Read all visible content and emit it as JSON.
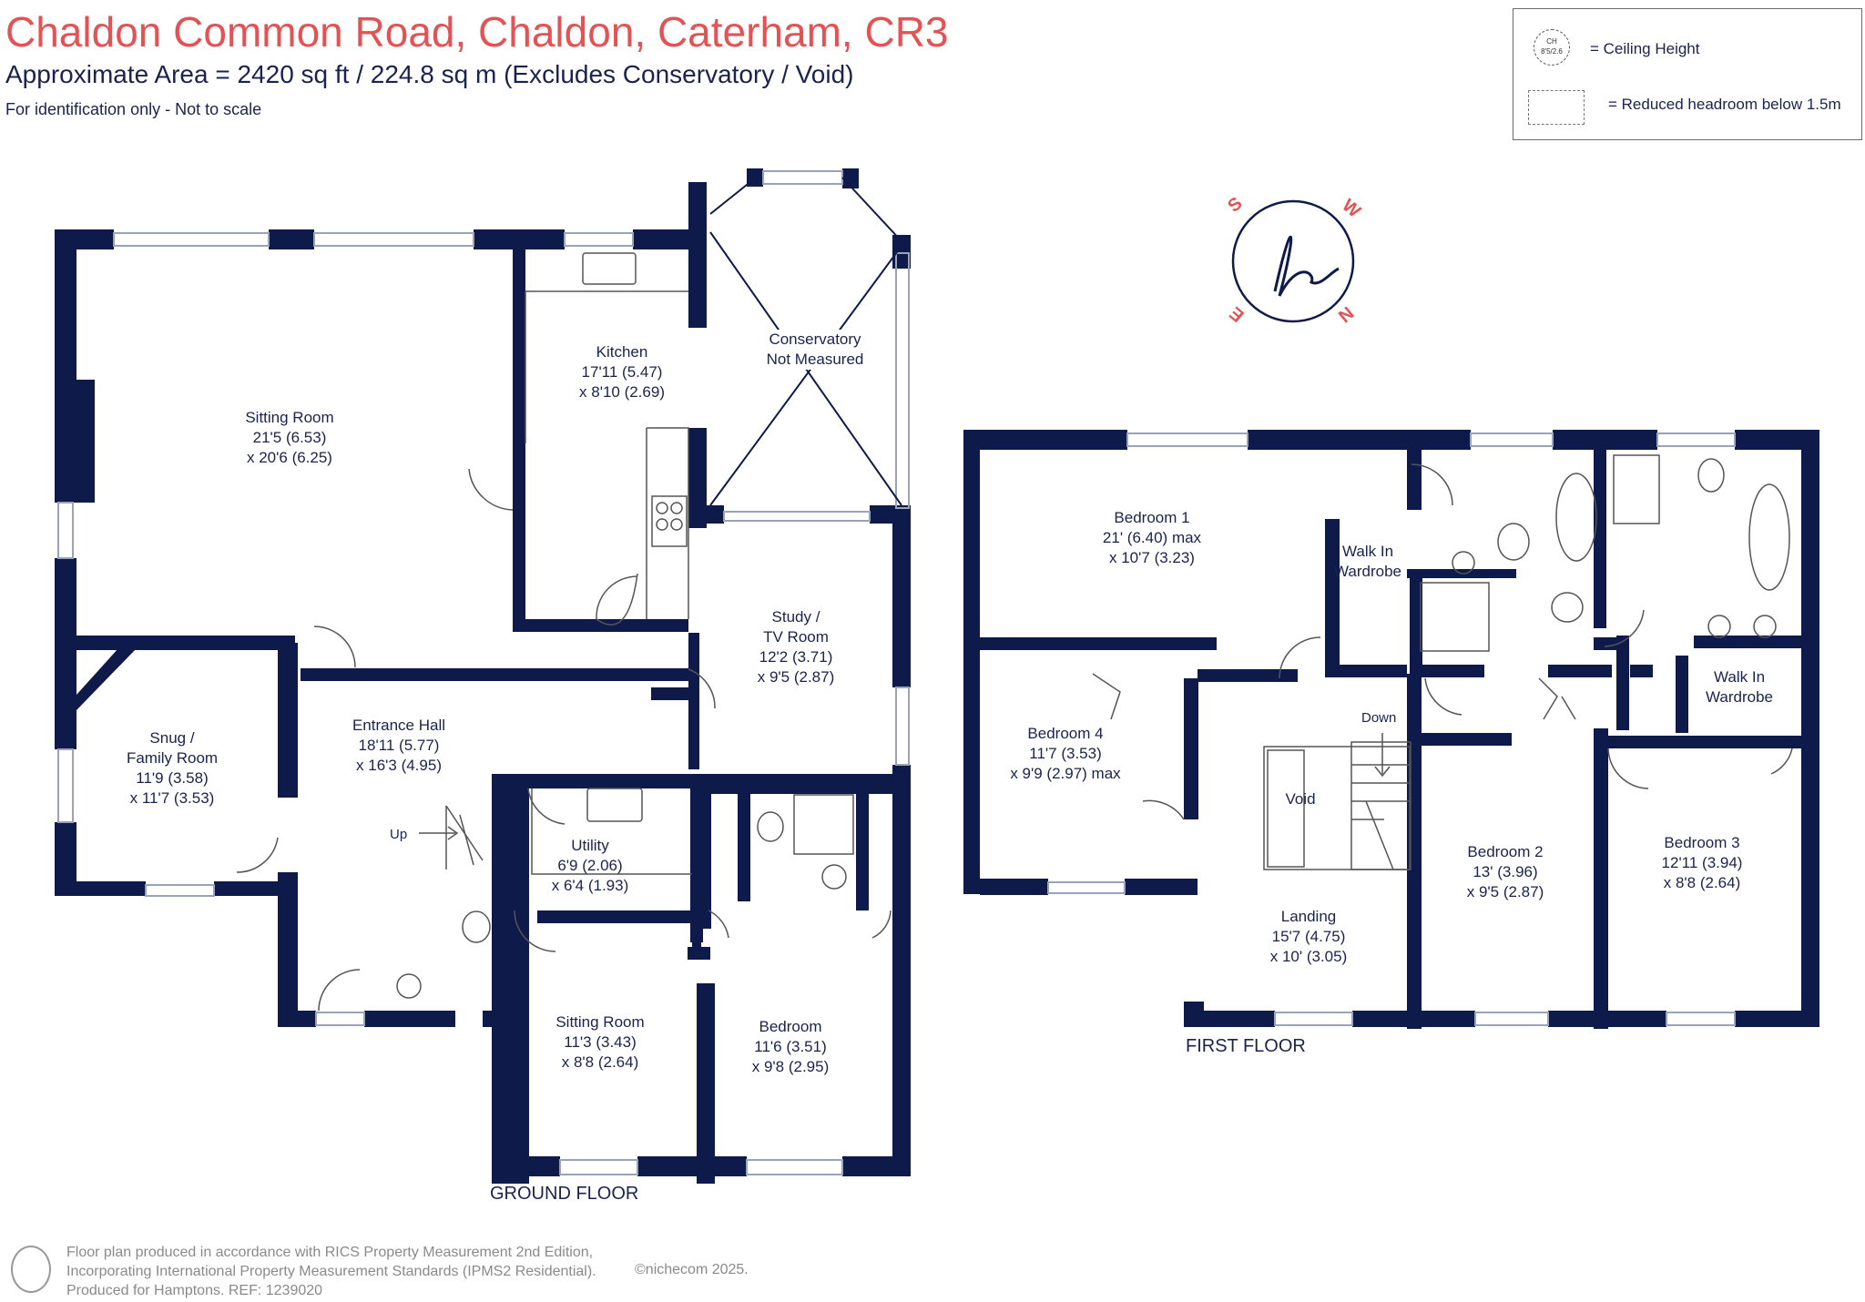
{
  "header": {
    "title": "Chaldon Common Road, Chaldon, Caterham, CR3",
    "area": "Approximate Area = 2420 sq ft / 224.8  sq m (Excludes Conservatory / Void)",
    "note": "For identification only - Not to scale"
  },
  "legend": {
    "ch_symbol_top": "CH",
    "ch_symbol_bottom": "8'5/2.6",
    "ch_label": "= Ceiling Height",
    "reduced_label": "= Reduced headroom below 1.5m"
  },
  "compass": {
    "letters": [
      "S",
      "W",
      "N",
      "E"
    ],
    "logo": "h"
  },
  "ground_floor": {
    "label": "GROUND FLOOR",
    "rooms": {
      "sitting_room": {
        "name": "Sitting Room",
        "dim1": "21'5 (6.53)",
        "dim2": "x 20'6 (6.25)"
      },
      "kitchen": {
        "name": "Kitchen",
        "dim1": "17'11 (5.47)",
        "dim2": "x 8'10 (2.69)"
      },
      "conservatory": {
        "name": "Conservatory",
        "dim1": "Not Measured"
      },
      "study": {
        "name": "Study /",
        "name2": "TV Room",
        "dim1": "12'2 (3.71)",
        "dim2": "x 9'5 (2.87)"
      },
      "snug": {
        "name": "Snug /",
        "name2": "Family Room",
        "dim1": "11'9 (3.58)",
        "dim2": "x 11'7 (3.53)"
      },
      "entrance_hall": {
        "name": "Entrance Hall",
        "dim1": "18'11 (5.77)",
        "dim2": "x 16'3 (4.95)"
      },
      "utility": {
        "name": "Utility",
        "dim1": "6'9 (2.06)",
        "dim2": "x 6'4 (1.93)"
      },
      "sitting_room_2": {
        "name": "Sitting Room",
        "dim1": "11'3 (3.43)",
        "dim2": "x 8'8 (2.64)"
      },
      "bedroom": {
        "name": "Bedroom",
        "dim1": "11'6 (3.51)",
        "dim2": "x 9'8 (2.95)"
      }
    },
    "stairs_label": "Up"
  },
  "first_floor": {
    "label": "FIRST FLOOR",
    "rooms": {
      "bedroom_1": {
        "name": "Bedroom 1",
        "dim1": "21' (6.40) max",
        "dim2": "x 10'7 (3.23)"
      },
      "walk_in_1": {
        "name": "Walk In",
        "name2": "Wardrobe"
      },
      "walk_in_2": {
        "name": "Walk In",
        "name2": "Wardrobe"
      },
      "bedroom_4": {
        "name": "Bedroom 4",
        "dim1": "11'7 (3.53)",
        "dim2": "x 9'9 (2.97) max"
      },
      "void": {
        "name": "Void"
      },
      "landing": {
        "name": "Landing",
        "dim1": "15'7 (4.75)",
        "dim2": "x 10' (3.05)"
      },
      "bedroom_2": {
        "name": "Bedroom 2",
        "dim1": "13' (3.96)",
        "dim2": "x 9'5 (2.87)"
      },
      "bedroom_3": {
        "name": "Bedroom 3",
        "dim1": "12'11 (3.94)",
        "dim2": "x 8'8 (2.64)"
      }
    },
    "stairs_label": "Down"
  },
  "footer": {
    "line1": "Floor plan produced in accordance with RICS Property Measurement 2nd Edition,",
    "line2": "Incorporating International Property Measurement Standards (IPMS2 Residential).",
    "line3": "Produced for Hamptons.  REF:  1239020",
    "copyright": "©nichecom 2025."
  },
  "colors": {
    "wall": "#0e1a4a",
    "title": "#e35355",
    "text": "#1a2350"
  }
}
